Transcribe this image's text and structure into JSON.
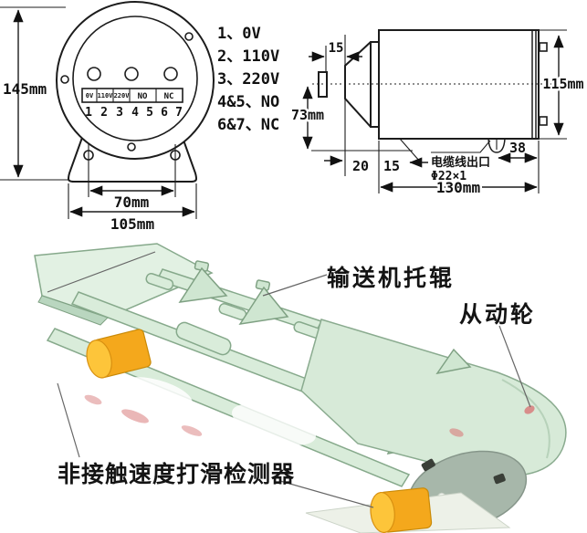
{
  "front_view": {
    "dims": {
      "height": "145mm",
      "hole_spacing": "70mm",
      "base_width": "105mm"
    },
    "terminal_labels": [
      "0V",
      "110V",
      "220V",
      "NO",
      "NC"
    ],
    "terminal_numbers": [
      "1",
      "2",
      "3",
      "4",
      "5",
      "6",
      "7"
    ],
    "legend": [
      "1、0V",
      "2、110V",
      "3、220V",
      "4&5、NO",
      "6&7、NC"
    ]
  },
  "side_view": {
    "dims": {
      "tip_gap": "15",
      "tip_height": "73mm",
      "body_height": "115mm",
      "foot_a": "20",
      "foot_b": "15",
      "outlet_offset": "38",
      "body_length": "130mm"
    },
    "cable_outlet": {
      "line1": "电缆线出口",
      "line2": "Φ22×1"
    }
  },
  "conveyor": {
    "labels": {
      "idler": "输送机托辊",
      "driven_wheel": "从动轮",
      "sensor": "非接触速度打滑检测器"
    }
  },
  "colors": {
    "line": "#1c1c1c",
    "mint": "#d9ecda",
    "mint_dark": "#b9d6bf",
    "green_outline": "#86a98b",
    "orange": "#f4a81c",
    "orange_light": "#fdc53a",
    "disc_gray": "#a7b7aa",
    "pink_mark": "#d87c7c"
  }
}
